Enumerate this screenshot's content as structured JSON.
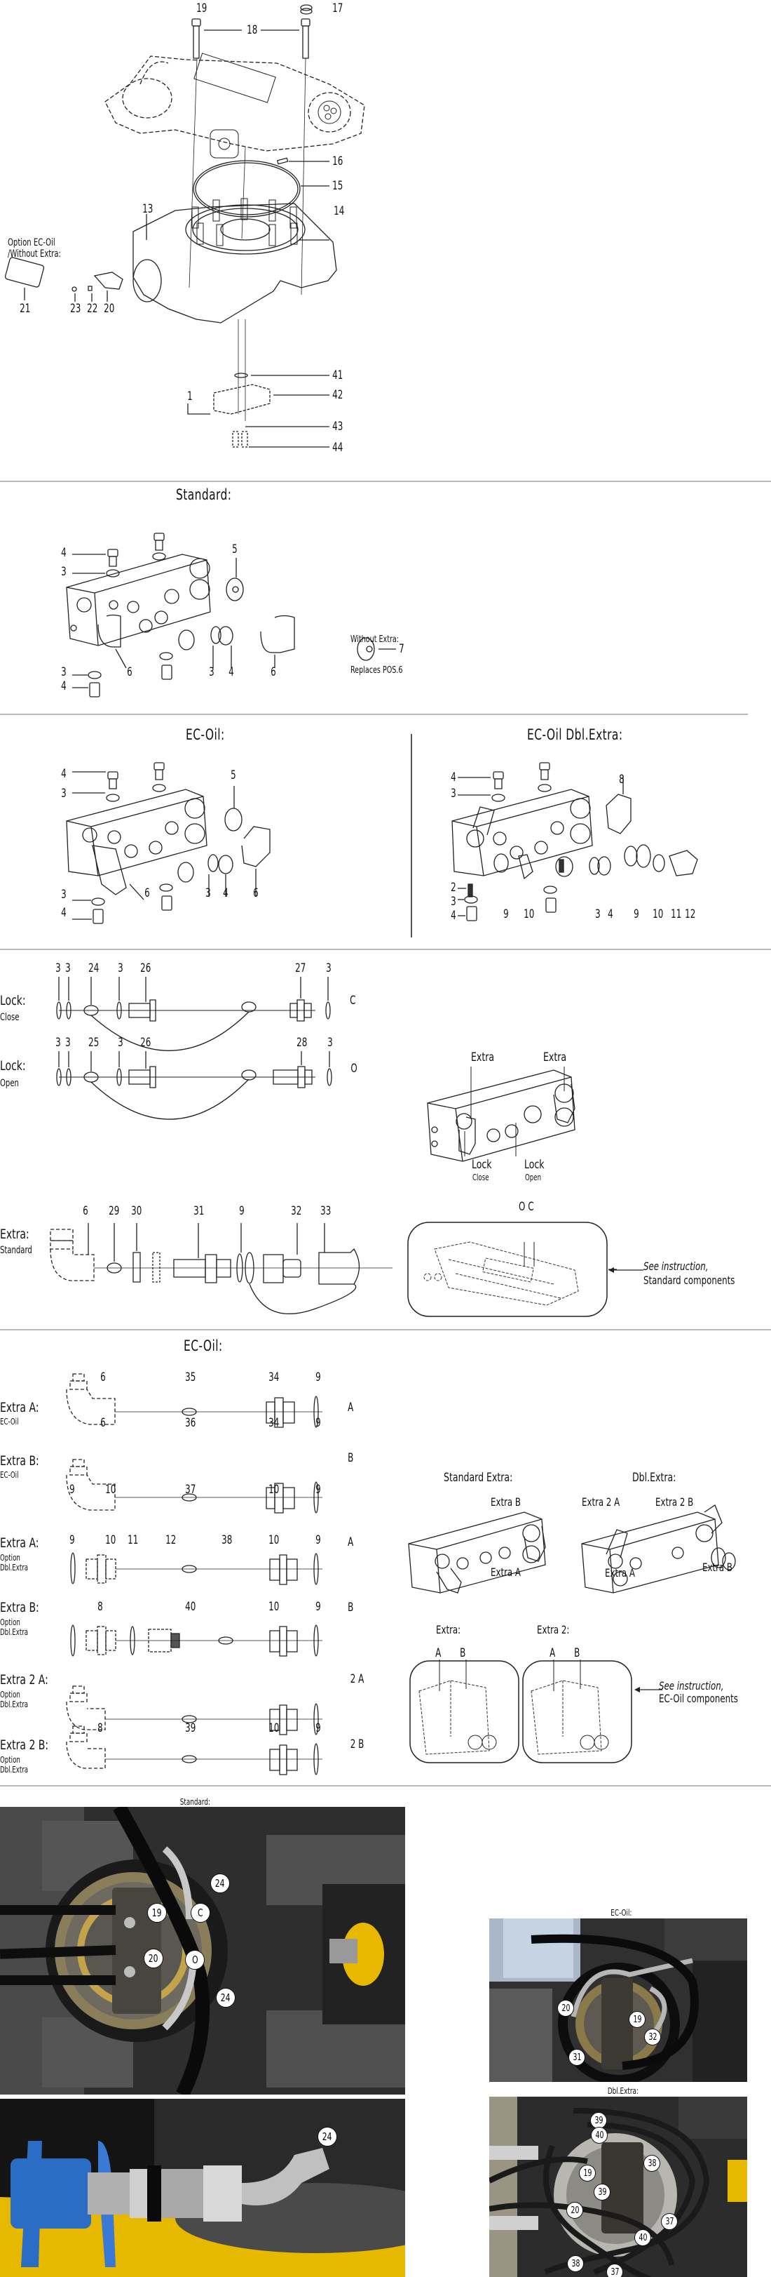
{
  "overview": {
    "callouts": [
      "19",
      "17",
      "18",
      "16",
      "15",
      "14",
      "13",
      "21",
      "23",
      "22",
      "20",
      "41",
      "42",
      "1",
      "43",
      "44"
    ],
    "option_note_line1": "Option EC-Oil",
    "option_note_line2": "/Without Extra:"
  },
  "standard_block": {
    "title": "Standard:",
    "callouts": {
      "a": "4",
      "b": "3",
      "c": "5",
      "d": "3",
      "e": "4",
      "f": "6",
      "g": "3",
      "h": "4",
      "i": "6"
    },
    "without_extra_label": "Without Extra:",
    "replacement_callout": "7",
    "replaces_note": "Replaces POS.6"
  },
  "ecoil_block": {
    "title": "EC-Oil:",
    "callouts": {
      "a": "4",
      "b": "3",
      "c": "5",
      "d": "3",
      "e": "4",
      "f": "6",
      "g": "3",
      "h": "4",
      "i": "6"
    }
  },
  "ecoil_dbl_block": {
    "title": "EC-Oil Dbl.Extra:",
    "callouts": {
      "a": "4",
      "b": "3",
      "c": "8",
      "d": "2",
      "e": "3",
      "f": "4",
      "g": "9",
      "h": "10",
      "i": "3",
      "j": "4",
      "k": "9",
      "l": "10",
      "m": "11",
      "n": "12"
    }
  },
  "lock_section": {
    "rows": [
      {
        "label": "Lock:",
        "sublabel": "Close",
        "parts": [
          "3",
          "3",
          "24",
          "3",
          "26",
          "27",
          "3"
        ],
        "end_mark": "C"
      },
      {
        "label": "Lock:",
        "sublabel": "Open",
        "parts": [
          "3",
          "3",
          "25",
          "3",
          "26",
          "28",
          "3"
        ],
        "end_mark": "O"
      }
    ],
    "extra_row": {
      "label": "Extra:",
      "sublabel": "Standard",
      "parts": [
        "6",
        "29",
        "30",
        "31",
        "9",
        "32",
        "33"
      ]
    },
    "block_labels": {
      "extra_left": "Extra",
      "extra_right": "Extra",
      "lock_close": "Lock",
      "lock_close_sub": "Close",
      "lock_open": "Lock",
      "lock_open_sub": "Open"
    },
    "inset_marks": "O C",
    "see_instruction_line1": "See instruction,",
    "see_instruction_line2": "Standard components"
  },
  "ecoil_section": {
    "title": "EC-Oil:",
    "rows": [
      {
        "label": "Extra A:",
        "sublabel": "EC-Oil",
        "parts": [
          "6",
          "35",
          "34",
          "9"
        ],
        "end_mark": "A"
      },
      {
        "label": "Extra B:",
        "sublabel": "EC-Oil",
        "parts": [
          "6",
          "36",
          "34",
          "9"
        ],
        "end_mark": "B"
      },
      {
        "label": "Extra A:",
        "sublabel": "Option\nDbl.Extra",
        "parts": [
          "9",
          "10",
          "37",
          "10",
          "9"
        ],
        "end_mark": "A"
      },
      {
        "label": "Extra B:",
        "sublabel": "Option\nDbl.Extra",
        "parts": [
          "9",
          "10",
          "11",
          "12",
          "38",
          "10",
          "9"
        ],
        "end_mark": "B"
      },
      {
        "label": "Extra 2 A:",
        "sublabel": "Option\nDbl.Extra",
        "parts": [
          "8",
          "40",
          "10",
          "9"
        ],
        "end_mark": "2 A"
      },
      {
        "label": "Extra 2 B:",
        "sublabel": "Option\nDbl.Extra",
        "parts": [
          "8",
          "39",
          "10",
          "9"
        ],
        "end_mark": "2 B"
      }
    ],
    "standard_extra_title": "Standard Extra:",
    "dbl_extra_title": "Dbl.Extra:",
    "std_labels": {
      "b": "Extra B",
      "a": "Extra A"
    },
    "dbl_labels": {
      "a2": "Extra 2 A",
      "b2": "Extra 2 B",
      "a": "Extra A",
      "b": "Extra B"
    },
    "inset_extra_title": "Extra:",
    "inset_extra2_title": "Extra 2:",
    "inset_a": "A",
    "inset_b": "B",
    "see_instruction_line1": "See instruction,",
    "see_instruction_line2": "EC-Oil components"
  },
  "photos": {
    "standard_title": "Standard:",
    "standard_callouts": [
      "24",
      "19",
      "C",
      "20",
      "O",
      "24"
    ],
    "closeup_callout": "24",
    "ecoil_title": "EC-Oil:",
    "ecoil_callouts": [
      "20",
      "19",
      "32",
      "31"
    ],
    "dbl_title": "Dbl.Extra:",
    "dbl_callouts": [
      "39",
      "40",
      "38",
      "19",
      "39",
      "20",
      "37",
      "40",
      "38",
      "37"
    ]
  }
}
